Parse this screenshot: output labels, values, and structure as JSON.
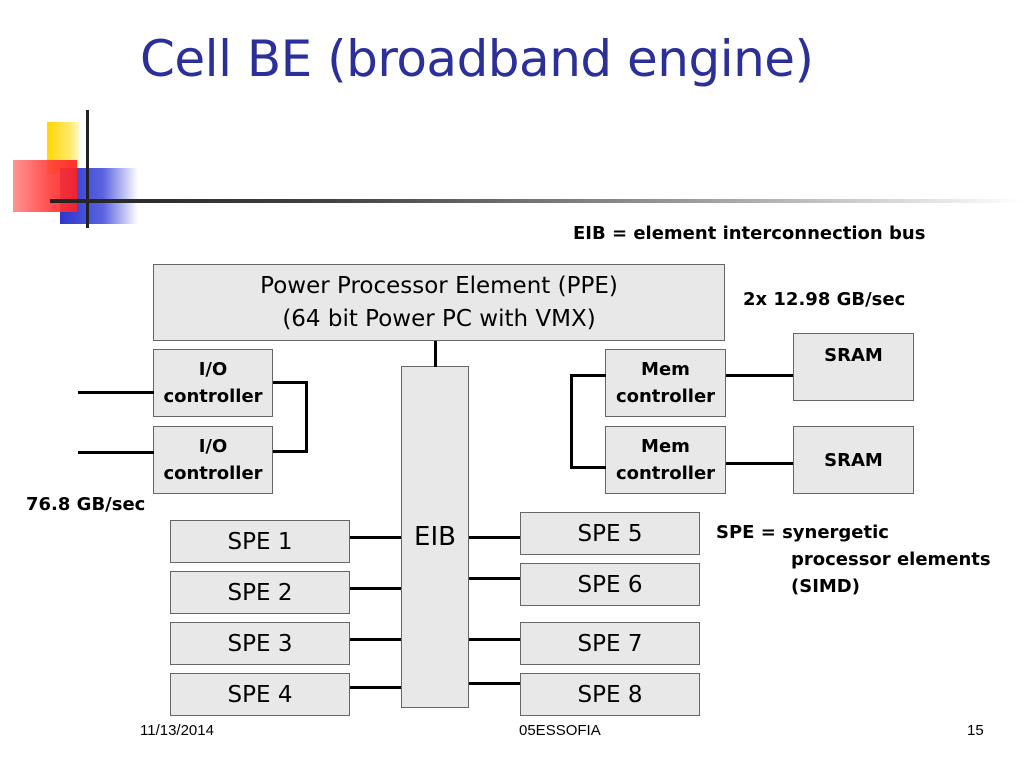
{
  "slide": {
    "title": "Cell BE (broadband engine)"
  },
  "notes": {
    "eib_def": "EIB = element interconnection bus",
    "mem_bw": "2x 12.98 GB/sec",
    "io_bw": "76.8 GB/sec",
    "spe_def_line1": "SPE = synergetic",
    "spe_def_line2": "processor elements",
    "spe_def_line3": "(SIMD)"
  },
  "diagram": {
    "ppe_line1": "Power Processor Element (PPE)",
    "ppe_line2": "(64 bit Power PC with VMX)",
    "io1_line1": "I/O",
    "io1_line2": "controller",
    "io2_line1": "I/O",
    "io2_line2": "controller",
    "mem1_line1": "Mem",
    "mem1_line2": "controller",
    "mem2_line1": "Mem",
    "mem2_line2": "controller",
    "sram1": "SRAM",
    "sram2": "SRAM",
    "eib": "EIB",
    "spe_left": [
      "SPE 1",
      "SPE 2",
      "SPE 3",
      "SPE 4"
    ],
    "spe_right": [
      "SPE 5",
      "SPE 6",
      "SPE 7",
      "SPE 8"
    ]
  },
  "footer": {
    "date": "11/13/2014",
    "center": "05ESSOFIA",
    "page": "15"
  }
}
